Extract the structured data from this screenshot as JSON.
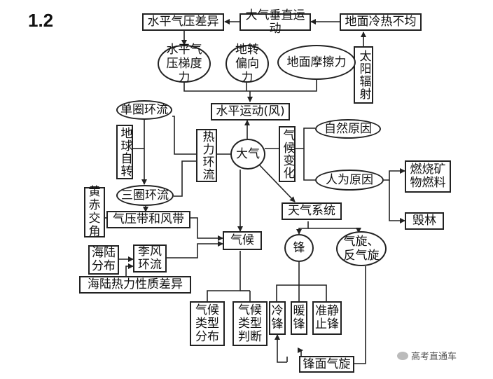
{
  "page_label": "1.2",
  "nodes": {
    "horizontal_pressure_diff": "水平气压差异",
    "vertical_motion": "大气垂直运动",
    "uneven_heating": "地面冷热不均",
    "solar_radiation": "太阳辐射",
    "pressure_gradient_force": "水平气压梯度力",
    "coriolis_force": "地转偏向力",
    "friction": "地面摩擦力",
    "horizontal_motion": "水平运动(风)",
    "single_cell": "单圈环流",
    "earth_rotation": "地球自转",
    "thermal_circulation": "热力环流",
    "atmosphere": "大气",
    "climate_change": "气候变化",
    "natural_causes": "自然原因",
    "human_causes": "人为原因",
    "fossil_fuel": "燃烧矿物燃料",
    "deforestation": "毁林",
    "three_cell": "三圈环流",
    "ecliptic_angle": "黄赤交角",
    "pressure_wind_belts": "气压带和风带",
    "weather_systems": "天气系统",
    "climate": "气候",
    "land_sea_distribution": "海陆分布",
    "monsoon": "季风环流",
    "land_sea_thermal": "海陆热力性质差异",
    "front": "锋",
    "cyclone_anticyclone": "气旋、反气旋",
    "climate_distribution": "气候类型分布",
    "climate_judgement": "气候类型判断",
    "cold_front": "冷锋",
    "warm_front": "暖锋",
    "stationary_front": "准静止锋",
    "frontal_cyclone": "锋面气旋"
  },
  "watermark": "高考直通车"
}
